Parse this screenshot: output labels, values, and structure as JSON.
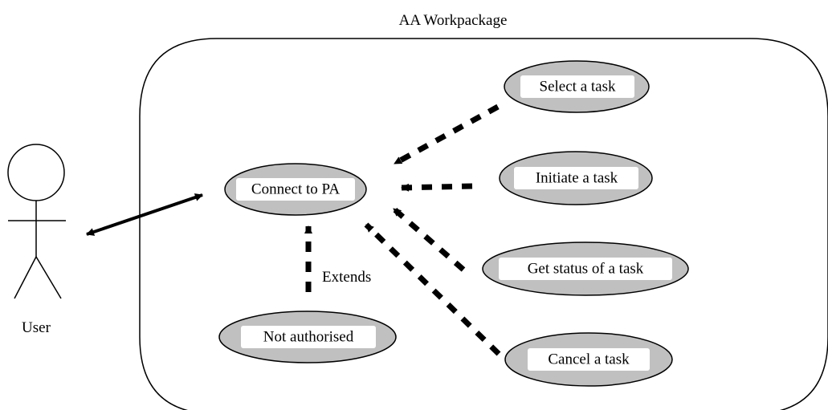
{
  "system_title": "AA Workpackage",
  "actor": {
    "label": "User"
  },
  "use_cases": {
    "connect": "Connect to PA",
    "not_authorised": "Not authorised",
    "select": "Select a task",
    "initiate": "Initiate a task",
    "status": "Get status of a task",
    "cancel": "Cancel a task"
  },
  "relations": {
    "extends_label": "Extends"
  }
}
